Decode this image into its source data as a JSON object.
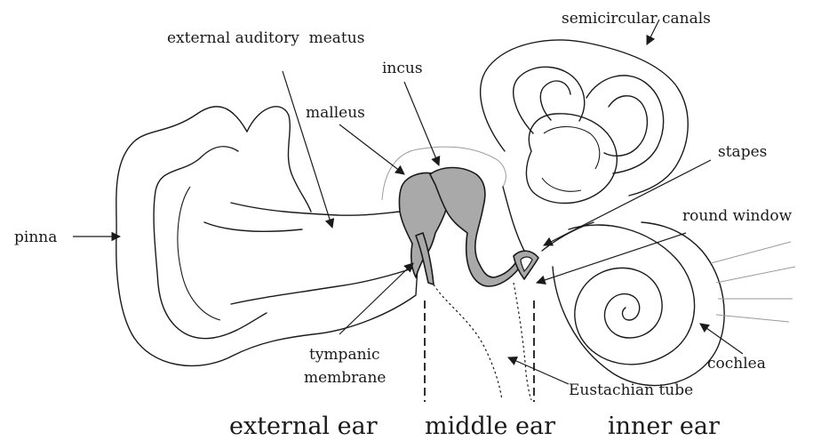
{
  "labels": {
    "external_auditory_meatus": "external auditory  meatus",
    "incus": "incus",
    "malleus": "malleus",
    "semicircular_canals": "semicircular canals",
    "stapes": "stapes",
    "round_window": "round window",
    "pinna": "pinna",
    "tympanic_membrane_line1": "tympanic",
    "tympanic_membrane_line2": "membrane",
    "eustachian_tube": "Eustachian tube",
    "cochlea": "cochlea"
  },
  "regions": {
    "external_ear": "external ear",
    "middle_ear": "middle ear",
    "inner_ear": "inner ear"
  },
  "colors": {
    "ink": "#1a1a1a",
    "ossicle_fill": "#a9a9a9",
    "faint_line": "#9a9a9a"
  }
}
